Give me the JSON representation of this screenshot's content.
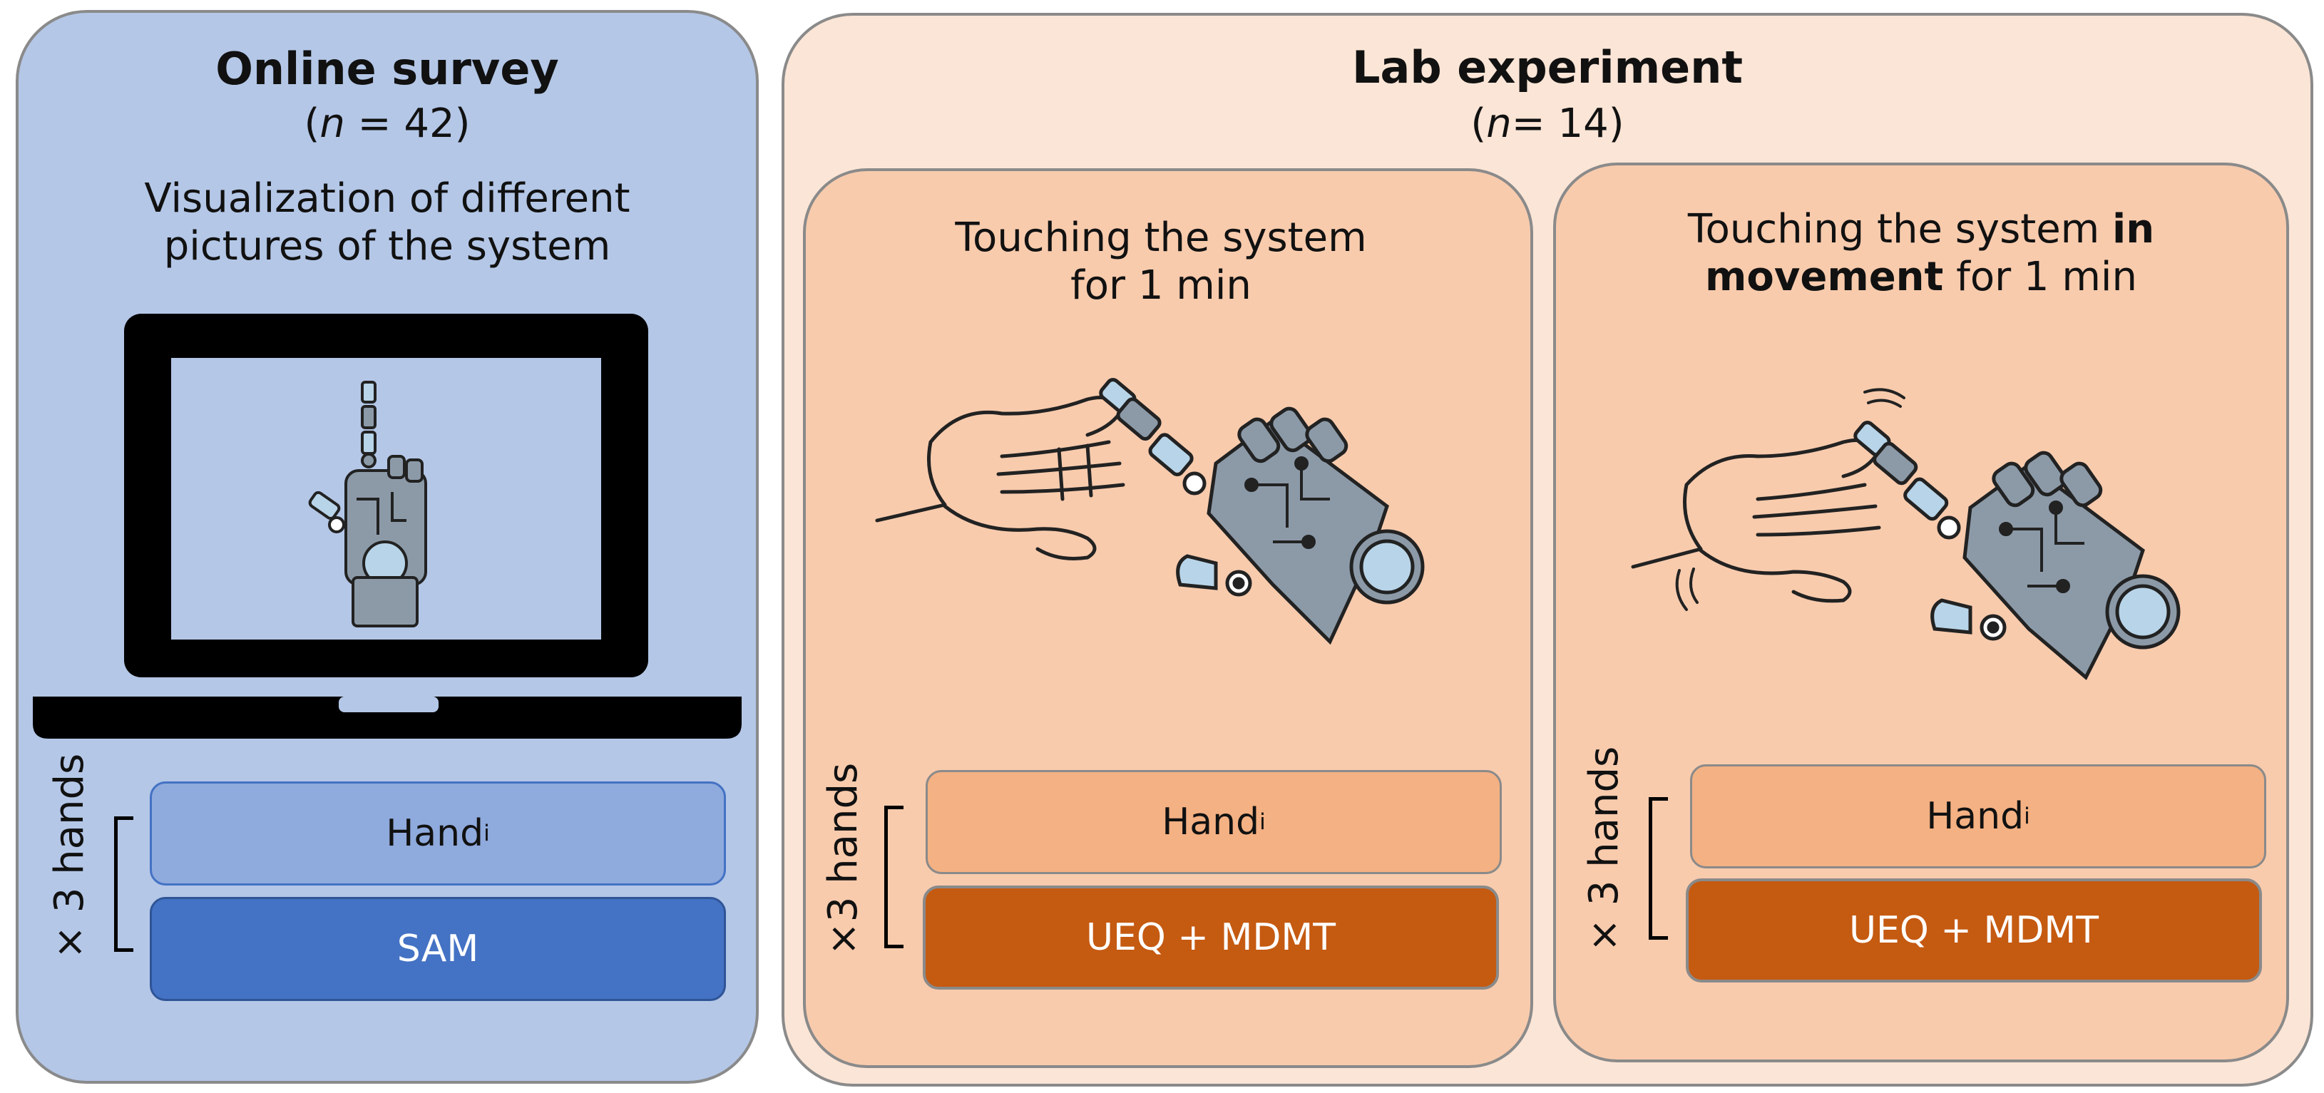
{
  "online": {
    "title": "Online survey",
    "n_open": "(",
    "n_var": "n",
    "n_rest": " = 42)",
    "desc_line1": "Visualization of different",
    "desc_line2": "pictures of the system",
    "hand_label": "Hand",
    "hand_sub": "i",
    "measure": "SAM",
    "repeat_label": "× 3 hands"
  },
  "lab": {
    "title": "Lab experiment",
    "n_open": "(",
    "n_var": "n",
    "n_rest": "= 14)",
    "cond1": {
      "line1": "Touching the system",
      "line2": "for 1 min",
      "hand_label": "Hand",
      "hand_sub": "i",
      "measure": "UEQ + MDMT",
      "repeat_label": "×3 hands"
    },
    "cond2": {
      "line1_a": "Touching the system ",
      "line1_b": "in",
      "line2_a": "movement",
      "line2_b": " for 1 min",
      "hand_label": "Hand",
      "hand_sub": "i",
      "measure": "UEQ + MDMT",
      "repeat_label": "× 3 hands"
    }
  },
  "colors": {
    "online_bg": "#b4c7e7",
    "lab_bg": "#fbe5d6",
    "cond_bg": "#f8cbad",
    "online_hand_box": "#8faadc",
    "online_measure_box": "#4472c4",
    "lab_hand_box": "#f4b183",
    "lab_measure_box": "#c55a11",
    "robot_metal": "#8c9aa8",
    "robot_accent": "#b8d4e8"
  }
}
